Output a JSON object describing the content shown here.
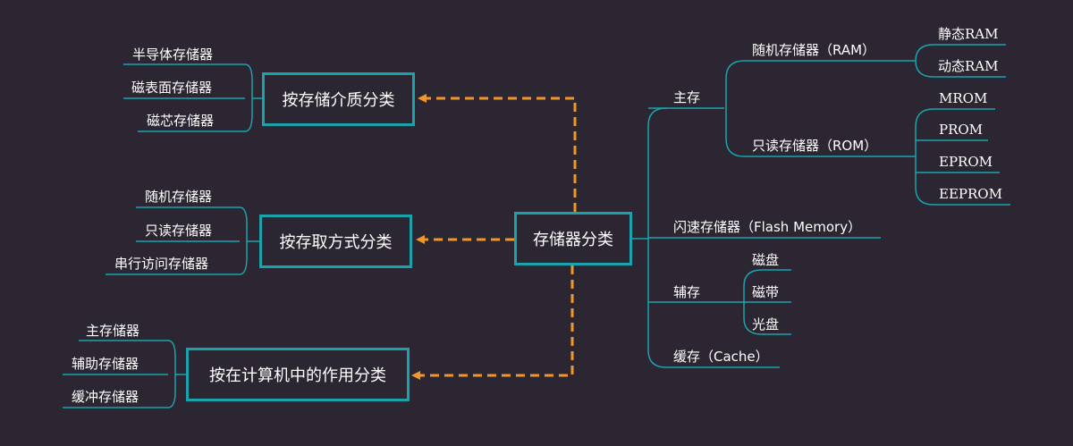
{
  "center": {
    "label": "存储器分类"
  },
  "left_branches": [
    {
      "label": "按存储介质分类",
      "items": [
        "半导体存储器",
        "磁表面存储器",
        "磁芯存储器"
      ]
    },
    {
      "label": "按存取方式分类",
      "items": [
        "随机存储器",
        "只读存储器",
        "串行访问存储器"
      ]
    },
    {
      "label": "按在计算机中的作用分类",
      "items": [
        "主存储器",
        "辅助存储器",
        "缓冲存储器"
      ]
    }
  ],
  "right_tree": {
    "main": {
      "label": "主存",
      "ram": {
        "label": "随机存储器（RAM）",
        "items": [
          "静态RAM",
          "动态RAM"
        ]
      },
      "rom": {
        "label": "只读存储器（ROM）",
        "items": [
          "MROM",
          "PROM",
          "EPROM",
          "EEPROM"
        ]
      }
    },
    "flash": {
      "label": "闪速存储器（Flash Memory）"
    },
    "aux": {
      "label": "辅存",
      "items": [
        "磁盘",
        "磁带",
        "光盘"
      ]
    },
    "cache": {
      "label": "缓存（Cache）"
    }
  },
  "colors": {
    "background": "#2b2631",
    "box_border": "#1aa3ad",
    "tree_line": "#1aa3ad",
    "dashed_arrow": "#f0962b",
    "text": "#ffffff"
  }
}
